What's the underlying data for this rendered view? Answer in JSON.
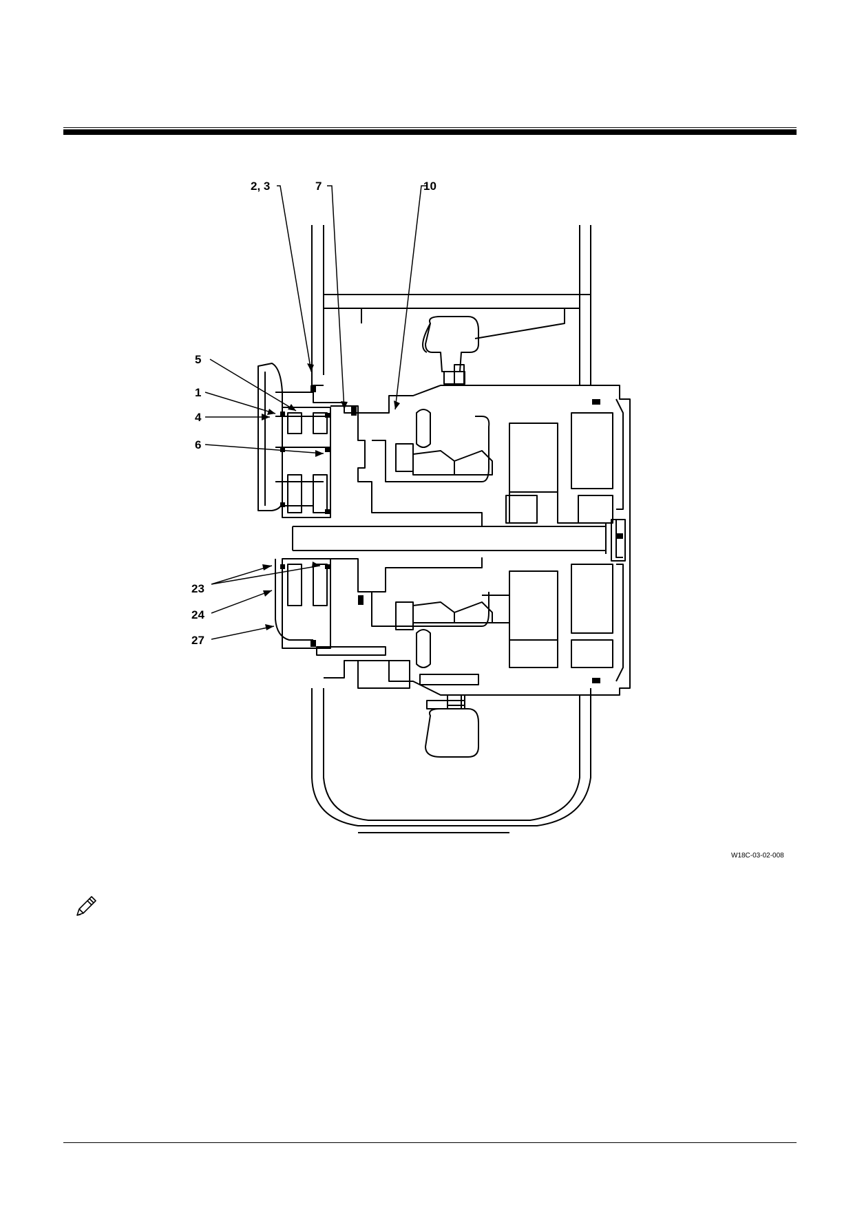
{
  "figure": {
    "callouts": [
      "2, 3",
      "7",
      "10",
      "5",
      "1",
      "4",
      "6",
      "23",
      "24",
      "27"
    ],
    "figure_id": "W18C-03-02-008"
  },
  "icons": {
    "note": "pencil-note-icon"
  }
}
